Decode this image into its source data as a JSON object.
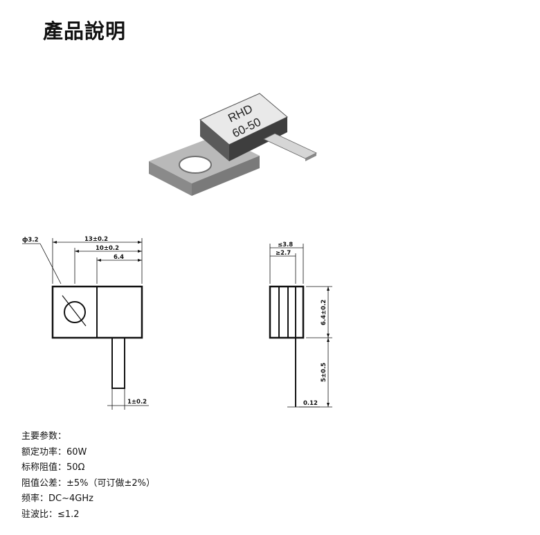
{
  "title": "產品說明",
  "product_photo": {
    "marking_line1": "RHD",
    "marking_line2": "60-50"
  },
  "drawing": {
    "front_view": {
      "hole_dia": "ф3.2",
      "overall_length": "13±0.2",
      "to_hole_center": "10±0.2",
      "body_length": "6.4",
      "lead_width": "1±0.2"
    },
    "side_view": {
      "total_thickness": "≤3.8",
      "ceramic_thickness": "≥2.7",
      "body_height": "6.4±0.2",
      "lead_length": "5±0.5",
      "lead_thickness": "0.12"
    }
  },
  "specs": {
    "heading": "主要参数：",
    "power": "额定功率：60W",
    "resistance": "标称阻值：50Ω",
    "tolerance": "阻值公差：±5%（可订做±2%）",
    "frequency": "频率：DC~4GHz",
    "vswr": "驻波比：≤1.2"
  }
}
